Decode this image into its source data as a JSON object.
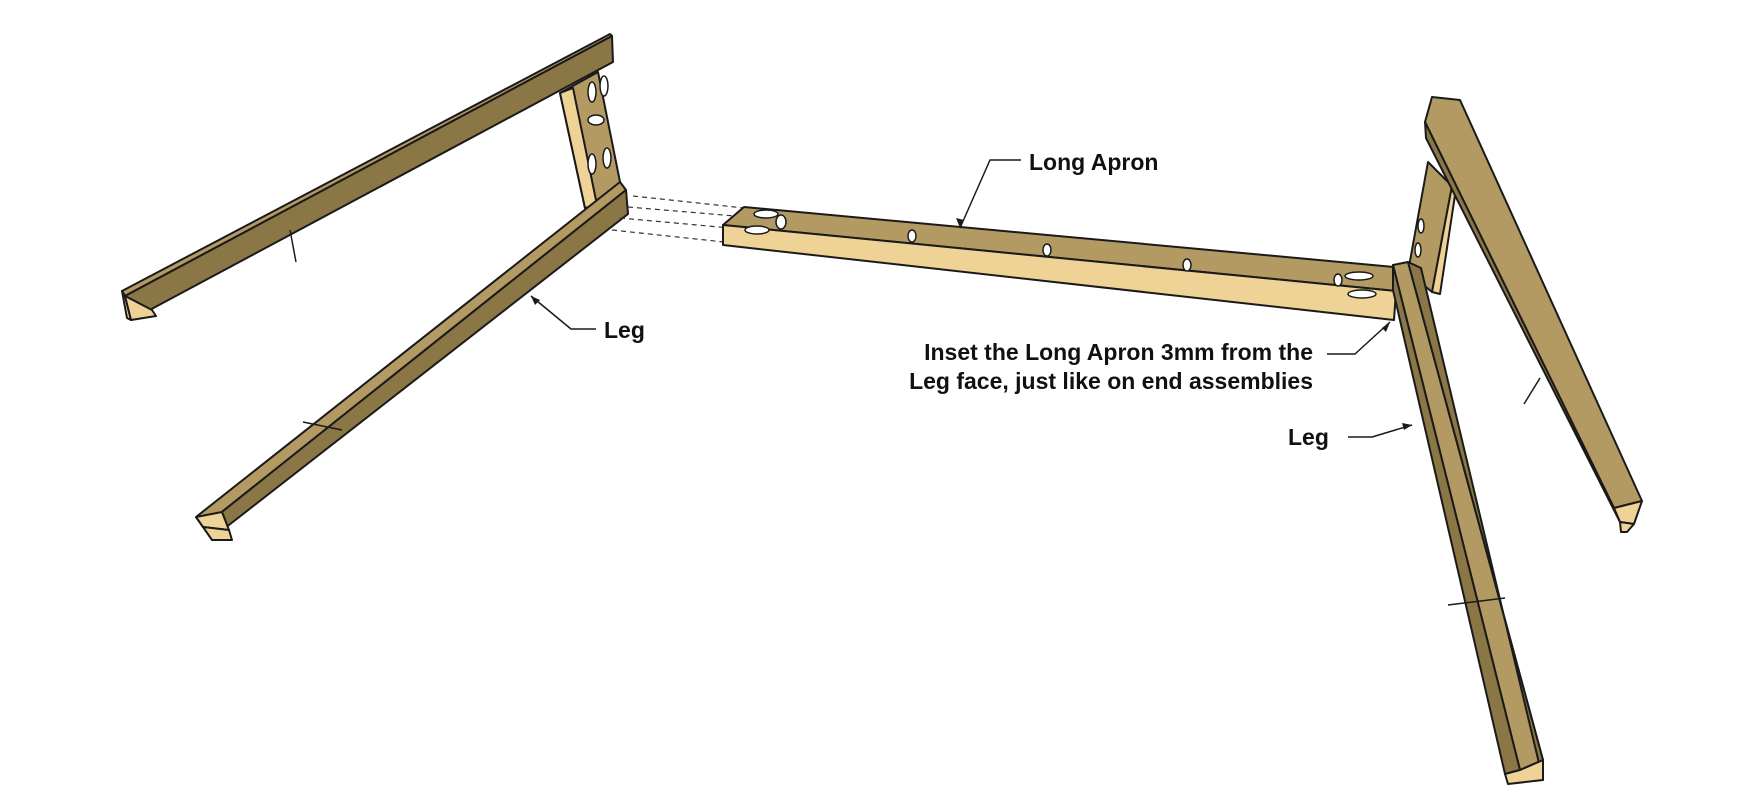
{
  "labels": {
    "long_apron": "Long Apron",
    "leg_left": "Leg",
    "leg_right": "Leg",
    "inset_line1": "Inset the Long Apron 3mm from the",
    "inset_line2": "Leg face, just like on end assemblies"
  },
  "colors": {
    "wood_top": "#b39a63",
    "wood_side": "#8b7645",
    "wood_dark": "#6e5d34",
    "end_grain": "#efd295",
    "outline": "#1a1a1a"
  }
}
